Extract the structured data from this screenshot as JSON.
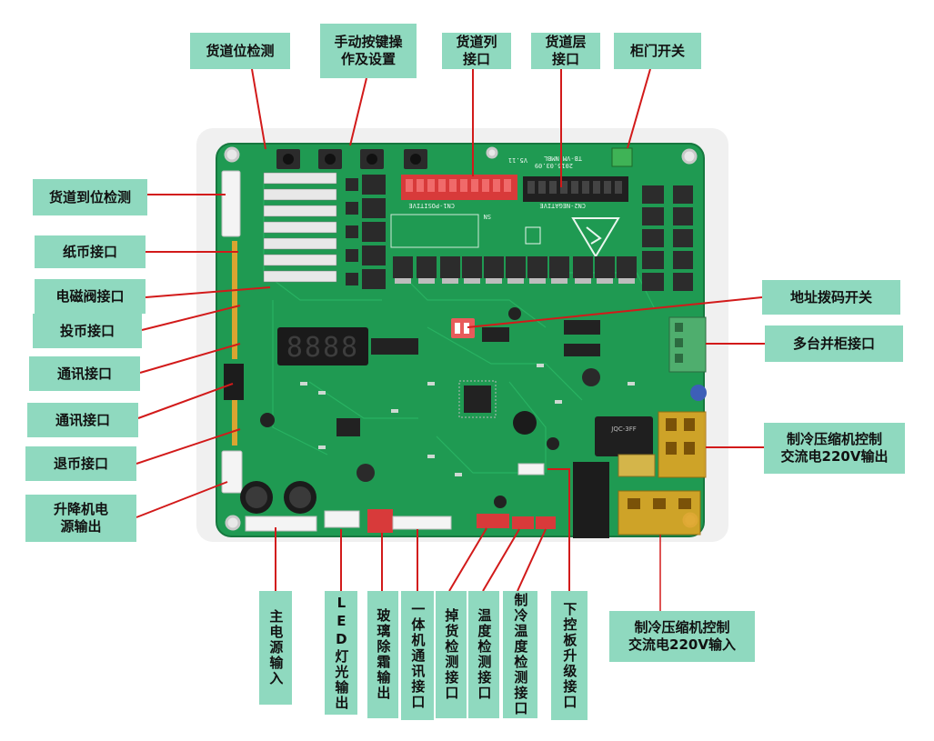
{
  "labels": {
    "top": {
      "lane_position_detect": "货道位检测",
      "manual_key_setup": "手动按键操\n作及设置",
      "lane_column_port": "货道列\n接口",
      "lane_layer_port": "货道层\n接口",
      "cabinet_door_switch": "柜门开关"
    },
    "left": {
      "lane_arrival_detect": "货道到位检测",
      "banknote_port": "纸币接口",
      "solenoid_valve_port": "电磁阀接口",
      "coin_port": "投币接口",
      "comm_port_1": "通讯接口",
      "comm_port_2": "通讯接口",
      "coin_return_port": "退币接口",
      "lift_motor_power_out": "升降机电\n源输出"
    },
    "right": {
      "address_dip_switch": "地址拨码开关",
      "multi_cabinet_port": "多台并柜接口",
      "compressor_ac_out": "制冷压缩机控制\n交流电220V输出",
      "compressor_ac_in": "制冷压缩机控制\n交流电220V输入"
    },
    "bottom": {
      "main_power_in": "主电源输入",
      "led_light_out": "LED灯光输出",
      "glass_defrost_out": "玻璃除霜输出",
      "integrated_comm_port": "一体机通讯接口",
      "drop_detect_port": "掉货检测接口",
      "temp_detect_port": "温度检测接口",
      "cooling_temp_detect_port": "制冷温度检测接口",
      "lower_board_upgrade_port": "下控板升级接口"
    }
  },
  "board": {
    "display_digits": "8888",
    "silk_model": "TB-VM-NMBL",
    "silk_date": "2016.03.09",
    "silk_rev": "V5.11",
    "silk_positive": "CN1-POSITIVE",
    "silk_negative": "CN2-NEGATIVE",
    "silk_sn": "SN",
    "relay_text": "JQC-3FF"
  },
  "colors": {
    "label_bg": "#8fd9bf",
    "leader_line": "#d21a1a",
    "pcb_green": "#1f9a52",
    "backdrop": "#f0f0f0"
  }
}
